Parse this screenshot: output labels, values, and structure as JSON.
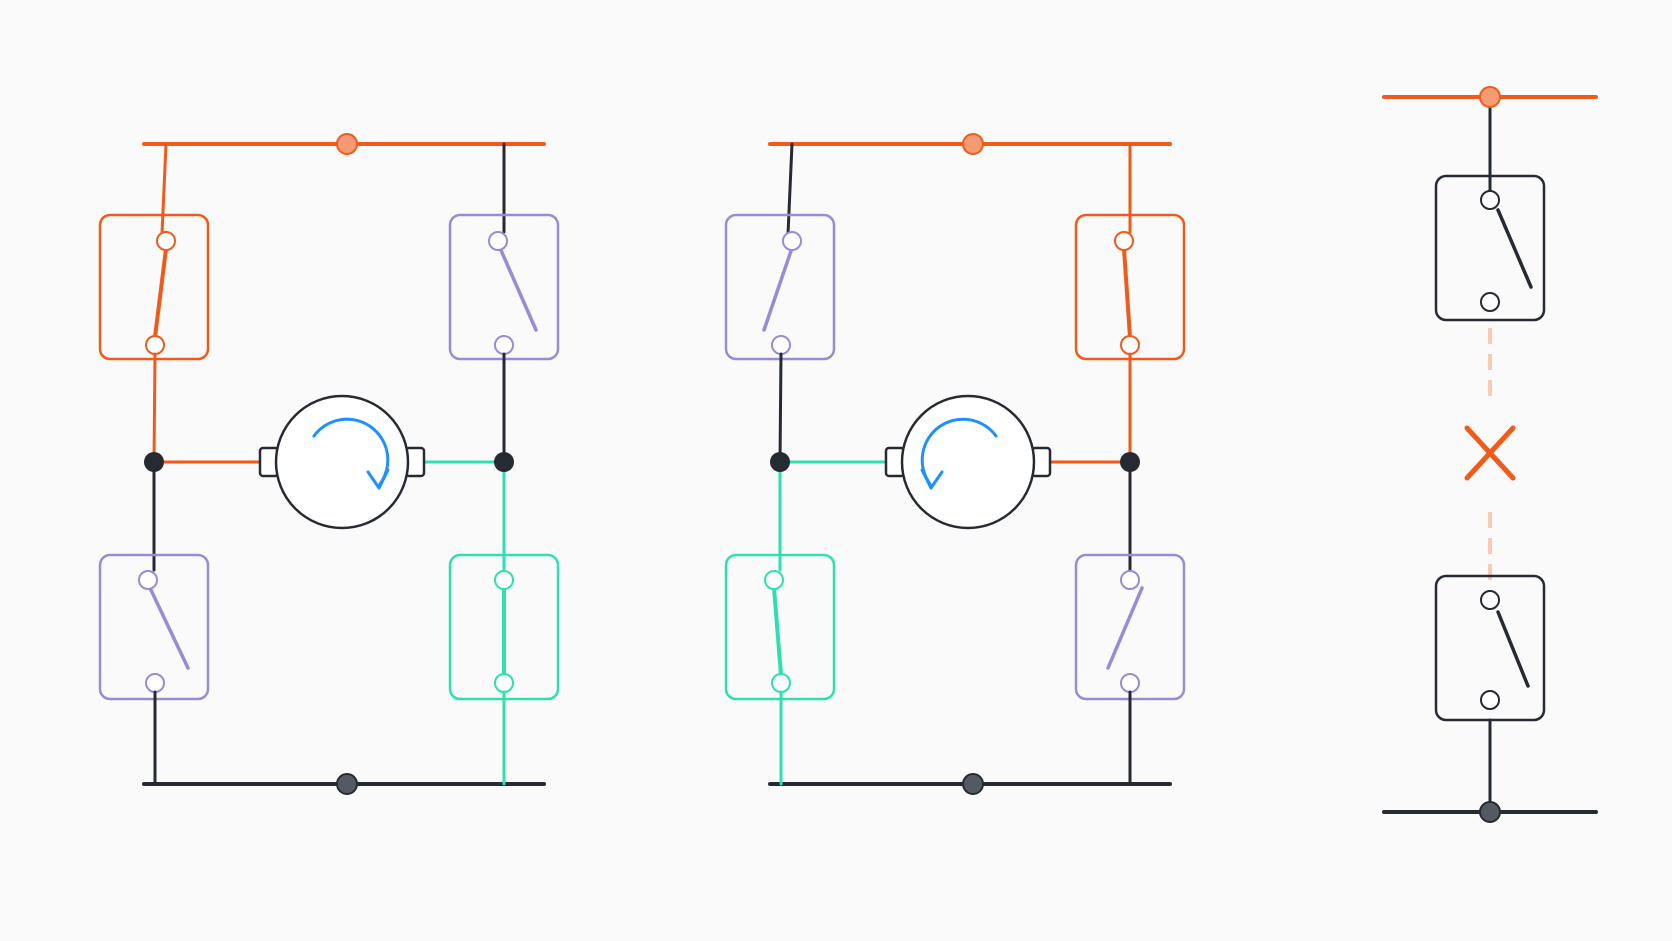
{
  "colors": {
    "background": "#fafafa",
    "supply_rail": "#f05a1a",
    "ground_rail": "#262b33",
    "closed_high_path": "#f05a1a",
    "closed_low_path": "#2ee0b0",
    "open_switch": "#9b8ad6",
    "neutral_wire": "#262b33",
    "rotation_arrow": "#1e90ff",
    "forbidden_marker": "#f05a1a",
    "forbidden_link": "#f9c9b4"
  },
  "icons": {
    "motor": "dc-motor-icon",
    "rotation_cw": "rotation-clockwise-icon",
    "rotation_ccw": "rotation-counterclockwise-icon",
    "forbidden": "cross-x-icon"
  },
  "panels": [
    {
      "id": "forward",
      "rotation": "clockwise",
      "switches": [
        {
          "position": "top-left",
          "state": "closed",
          "path": "high"
        },
        {
          "position": "top-right",
          "state": "open",
          "path": "none"
        },
        {
          "position": "bottom-left",
          "state": "open",
          "path": "none"
        },
        {
          "position": "bottom-right",
          "state": "closed",
          "path": "low"
        }
      ]
    },
    {
      "id": "reverse",
      "rotation": "counterclockwise",
      "switches": [
        {
          "position": "top-left",
          "state": "open",
          "path": "none"
        },
        {
          "position": "top-right",
          "state": "closed",
          "path": "high"
        },
        {
          "position": "bottom-left",
          "state": "closed",
          "path": "low"
        },
        {
          "position": "bottom-right",
          "state": "open",
          "path": "none"
        }
      ]
    },
    {
      "id": "shoot-through",
      "switches": [
        {
          "position": "top",
          "state": "open"
        },
        {
          "position": "bottom",
          "state": "open"
        }
      ],
      "marker": "forbidden"
    }
  ]
}
